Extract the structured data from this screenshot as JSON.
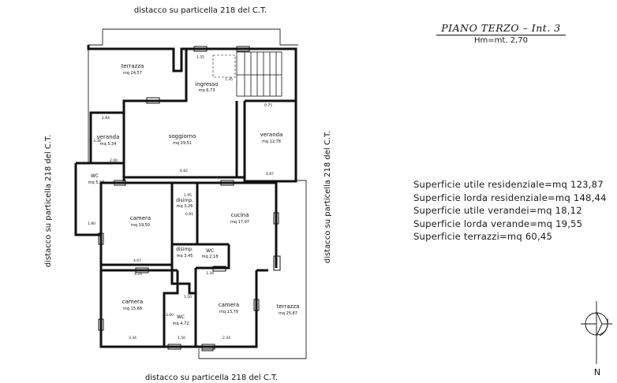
{
  "title": {
    "main": "PIANO TERZO  –  Int. 3",
    "sub": "Hm=mt. 2,70"
  },
  "boundary_labels": {
    "top": "distacco su particella 218 del C.T.",
    "bottom": "distacco su particella 218 del C.T.",
    "left": "distacco su particella 218 del C.T.",
    "right": "distacco su particella 218 del C.T."
  },
  "rooms": [
    {
      "key": "terrazza_top",
      "name": "terrazza",
      "area": "mq 24,57"
    },
    {
      "key": "ingresso",
      "name": "ingresso",
      "area": "mq 6,73"
    },
    {
      "key": "veranda_left",
      "name": "veranda",
      "area": "mq 5,34"
    },
    {
      "key": "soggiorno",
      "name": "soggiorno",
      "area": "mq 29,51"
    },
    {
      "key": "veranda_right",
      "name": "veranda",
      "area": "mq 12,78"
    },
    {
      "key": "wc_left",
      "name": "WC",
      "area": "mq 5,20"
    },
    {
      "key": "disimp_top",
      "name": "disimp.",
      "area": "mq 3,26"
    },
    {
      "key": "camera_left",
      "name": "camera",
      "area": "mq 19,50"
    },
    {
      "key": "cucina",
      "name": "cucina",
      "area": "mq 17,97"
    },
    {
      "key": "disimp_mid",
      "name": "disimp.",
      "area": "mq 3,45"
    },
    {
      "key": "wc_mid",
      "name": "WC",
      "area": "mq 2,18"
    },
    {
      "key": "camera_bl",
      "name": "camera",
      "area": "mq 15,68"
    },
    {
      "key": "wc_bottom",
      "name": "WC",
      "area": "mq 4,72"
    },
    {
      "key": "camera_br",
      "name": "camera",
      "area": "mq 13,79"
    },
    {
      "key": "terrazza_right",
      "name": "terrazza",
      "area": "mq 25,87"
    }
  ],
  "dimensions": [
    "1.55",
    "1.35",
    "0.75",
    "1.84",
    "0.87",
    "6.82",
    "4.67",
    "4.20",
    "3.34",
    "1.50",
    "2.34",
    "1.34",
    "3.00",
    "1.50",
    "2.00",
    "1.80",
    "1.95",
    "0.81",
    "3.38"
  ],
  "summary": [
    "Superficie utile residenziale=mq 123,87",
    "Superficie lorda residenziale=mq 148,44",
    "Superficie utile verandei=mq 18,12",
    "Superficie lorda verande=mq 19,55",
    "Superficie terrazzi=mq 60,45"
  ],
  "north_label": "N"
}
